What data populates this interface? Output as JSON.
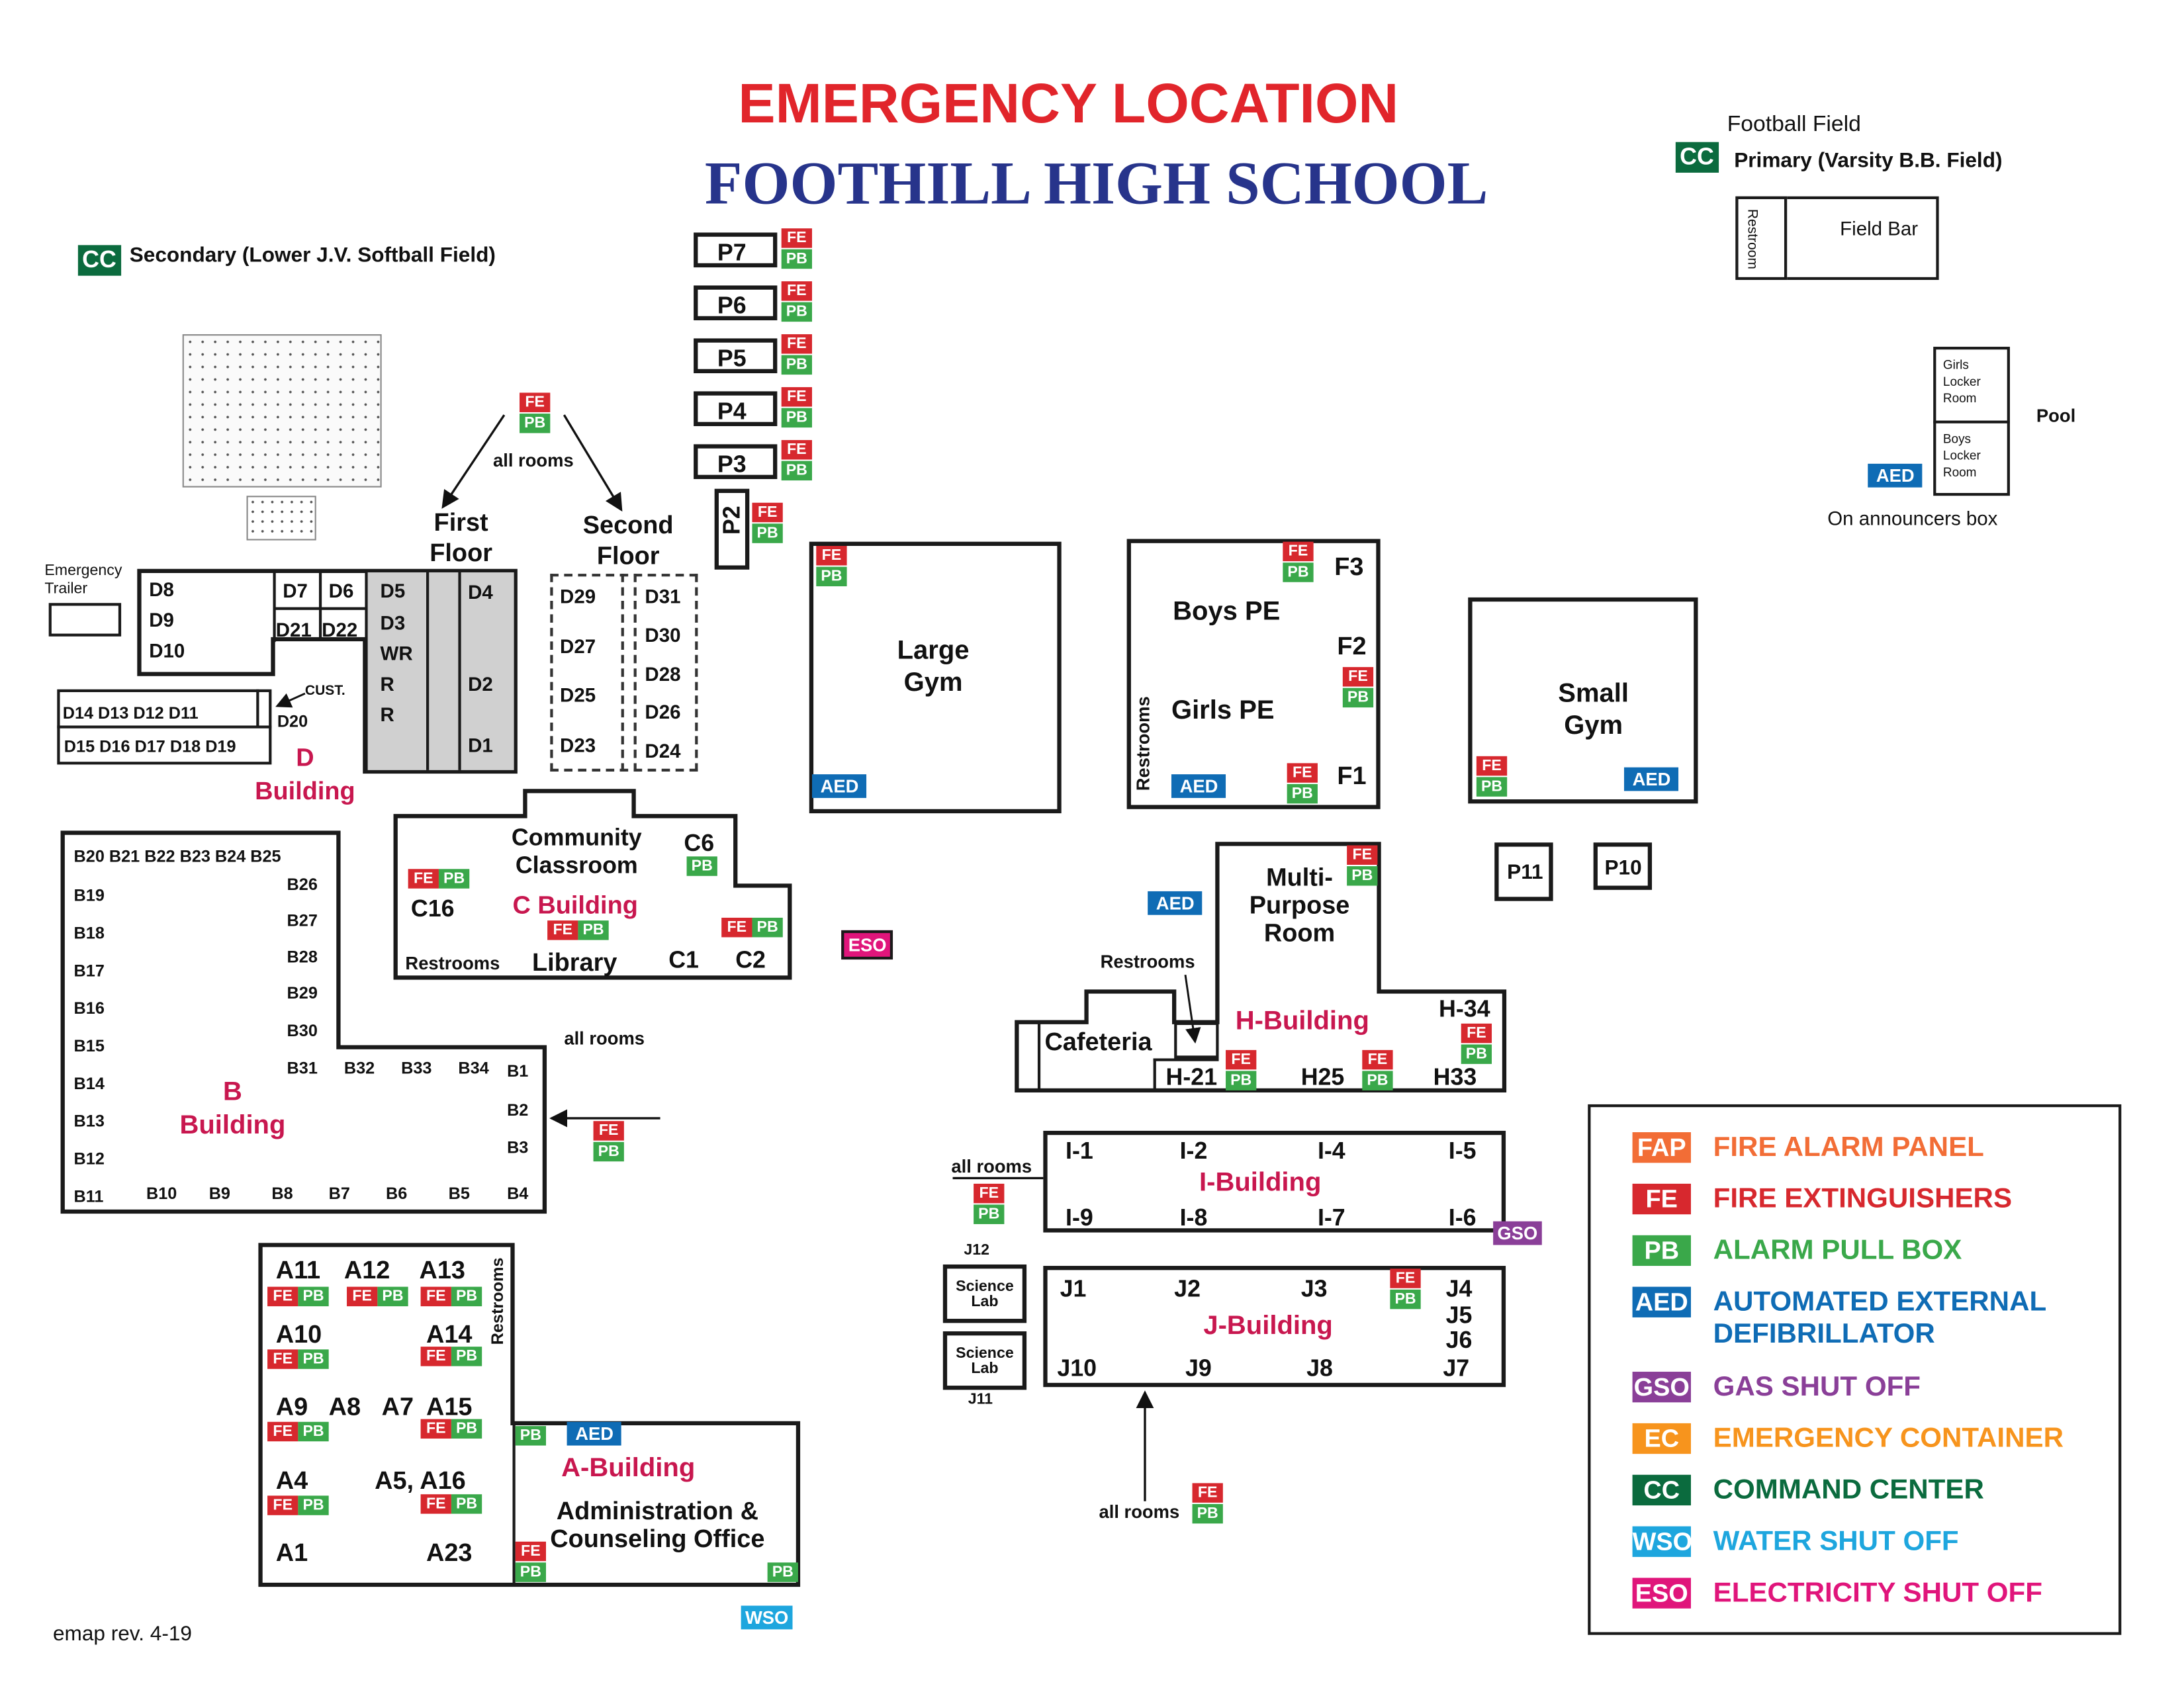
{
  "title": "EMERGENCY LOCATION",
  "school": "FOOTHILL HIGH SCHOOL",
  "revision": "emap rev. 4-19",
  "colors": {
    "title_red": "#e1252b",
    "school_blue": "#27348b",
    "fe": "#d7282e",
    "pb": "#3aa84a",
    "aed": "#0f6cb5",
    "cc": "#0b6b3e",
    "fap": "#f26d36",
    "gso": "#8a3f98",
    "ec": "#f7941d",
    "wso": "#1ea6de",
    "eso": "#e0157b",
    "building_label": "#c8174f"
  },
  "tags": {
    "fe": "FE",
    "pb": "PB",
    "aed": "AED",
    "cc": "CC",
    "eso": "ESO",
    "gso": "GSO",
    "wso": "WSO"
  },
  "cc_primary": {
    "heading": "Football Field",
    "label": "Primary (Varsity B.B. Field)"
  },
  "cc_secondary": {
    "label": "Secondary (Lower J.V. Softball Field)"
  },
  "field_bar": {
    "restroom": "Restroom",
    "label": "Field Bar"
  },
  "pool": {
    "girls": "Girls Locker Room",
    "boys": "Boys Locker Room",
    "pool": "Pool",
    "note": "On announcers box"
  },
  "portables": [
    "P7",
    "P6",
    "P5",
    "P4",
    "P3",
    "P2"
  ],
  "floors": {
    "all_rooms": "all rooms",
    "first": "First Floor",
    "second": "Second Floor"
  },
  "emergency_trailer": "Emergency Trailer",
  "d_building": {
    "label": "D Building",
    "cust": "CUST.",
    "rooms": [
      "D8",
      "D9",
      "D10",
      "D7",
      "D6",
      "D21",
      "D22",
      "D5",
      "D3",
      "WR",
      "R",
      "R",
      "D4",
      "D2",
      "D1",
      "D14 D13 D12 D11",
      "D20",
      "D15 D16 D17 D18 D19"
    ],
    "second": [
      "D29",
      "D27",
      "D25",
      "D23",
      "D31",
      "D30",
      "D28",
      "D26",
      "D24"
    ]
  },
  "c_building": {
    "label": "C Building",
    "community": "Community Classroom",
    "c6": "C6",
    "c16": "C16",
    "restrooms": "Restrooms",
    "library": "Library",
    "c1": "C1",
    "c2": "C2"
  },
  "large_gym": "Large Gym",
  "pe": {
    "boys": "Boys PE",
    "girls": "Girls PE",
    "restrooms": "Restrooms",
    "f3": "F3",
    "f2": "F2",
    "f1": "F1"
  },
  "small_gym": "Small Gym",
  "p11": "P11",
  "p10": "P10",
  "b_building": {
    "label": "B Building",
    "all_rooms": "all rooms",
    "top": "B20 B21 B22 B23 B24 B25",
    "left": [
      "B19",
      "B18",
      "B17",
      "B16",
      "B15",
      "B14",
      "B13",
      "B12",
      "B11"
    ],
    "right": [
      "B26",
      "B27",
      "B28",
      "B29",
      "B30"
    ],
    "mid": [
      "B31",
      "B32",
      "B33",
      "B34"
    ],
    "east": [
      "B1",
      "B2",
      "B3",
      "B4"
    ],
    "bottom": [
      "B10",
      "B9",
      "B8",
      "B7",
      "B6",
      "B5"
    ]
  },
  "h_building": {
    "label": "H-Building",
    "mpr": "Multi- Purpose Room",
    "restrooms": "Restrooms",
    "cafeteria": "Cafeteria",
    "h34": "H-34",
    "h21": "H-21",
    "h25": "H25",
    "h33": "H33"
  },
  "i_building": {
    "label": "I-Building",
    "all_rooms": "all rooms",
    "rooms": [
      "I-1",
      "I-2",
      "I-4",
      "I-5",
      "I-9",
      "I-8",
      "I-7",
      "I-6"
    ]
  },
  "j_building": {
    "label": "J-Building",
    "all_rooms": "all rooms",
    "science_lab": "Science Lab",
    "j12": "J12",
    "j11": "J11",
    "rooms": [
      "J1",
      "J2",
      "J3",
      "J4",
      "J5",
      "J6",
      "J10",
      "J9",
      "J8",
      "J7"
    ]
  },
  "a_building": {
    "label": "A-Building",
    "restrooms": "Restrooms",
    "admin": "Administration & Counseling Office",
    "rooms": [
      "A11",
      "A12",
      "A13",
      "A10",
      "A14",
      "A9",
      "A8",
      "A7",
      "A15",
      "A4",
      "A5, A16",
      "A1",
      "A23"
    ]
  },
  "legend": [
    {
      "tag": "FAP",
      "text": "FIRE ALARM PANEL",
      "color": "#f26d36"
    },
    {
      "tag": "FE",
      "text": "FIRE EXTINGUISHERS",
      "color": "#d7282e"
    },
    {
      "tag": "PB",
      "text": "ALARM PULL BOX",
      "color": "#3aa84a"
    },
    {
      "tag": "AED",
      "text": "AUTOMATED EXTERNAL DEFIBRILLATOR",
      "color": "#0f6cb5"
    },
    {
      "tag": "GSO",
      "text": "GAS SHUT OFF",
      "color": "#8a3f98"
    },
    {
      "tag": "EC",
      "text": "EMERGENCY CONTAINER",
      "color": "#f7941d"
    },
    {
      "tag": "CC",
      "text": "COMMAND CENTER",
      "color": "#0b6b3e"
    },
    {
      "tag": "WSO",
      "text": "WATER SHUT OFF",
      "color": "#1ea6de"
    },
    {
      "tag": "ESO",
      "text": "ELECTRICITY SHUT OFF",
      "color": "#e0157b"
    }
  ]
}
